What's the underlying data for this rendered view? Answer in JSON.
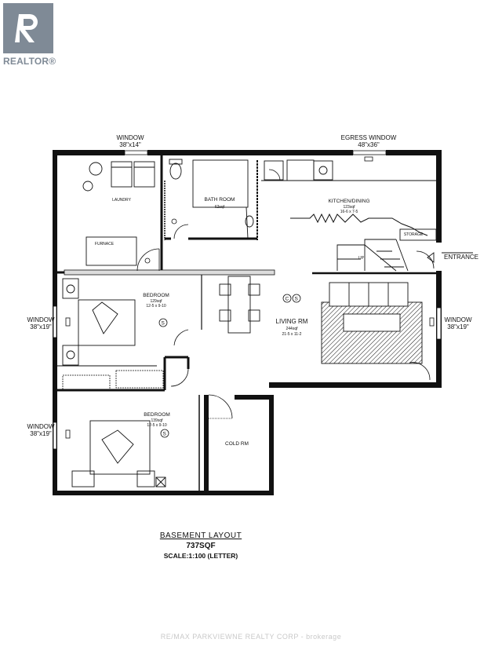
{
  "brand": {
    "name": "REALTOR®"
  },
  "windows": {
    "top_left": {
      "label": "WINDOW",
      "size": "38\"x14\""
    },
    "top_right": {
      "label": "EGRESS WINDOW",
      "size": "48\"x36\""
    },
    "left_upper": {
      "label": "WINDOW",
      "size": "38\"x19\""
    },
    "left_lower": {
      "label": "WINDOW",
      "size": "38\"x19\""
    },
    "right": {
      "label": "WINDOW",
      "size": "38\"x19\""
    }
  },
  "rooms": {
    "laundry": {
      "name": "LAUNDRY"
    },
    "furnace": {
      "name": "FURNACE"
    },
    "bathroom": {
      "name": "BATH ROOM",
      "area": "62sqf"
    },
    "kitchen": {
      "name": "KITCHEN/DINING",
      "area": "123sqf",
      "dims": "16-6 x 7-5"
    },
    "storage": {
      "name": "STORAGE"
    },
    "bedroom1": {
      "name": "BEDROOM",
      "area": "129sqf",
      "dims": "12-5 x 9-10"
    },
    "living": {
      "name": "LIVING RM",
      "area": "244sqf",
      "dims": "21-5 x 11-2"
    },
    "bedroom2": {
      "name": "BEDROOM",
      "area": "139sqf",
      "dims": "12-5 x 9-10"
    },
    "cold_room": {
      "name": "COLD RM"
    }
  },
  "labels": {
    "entrance": "ENTRANCE",
    "up": "UP",
    "smoke": "S",
    "co": "C"
  },
  "footer": {
    "title": "BASEMENT  LAYOUT",
    "area": "737SQF",
    "scale": "SCALE:1:100 (LETTER)"
  },
  "watermark": "RE/MAX PARKVIEWNE REALTY CORP - brokerage"
}
